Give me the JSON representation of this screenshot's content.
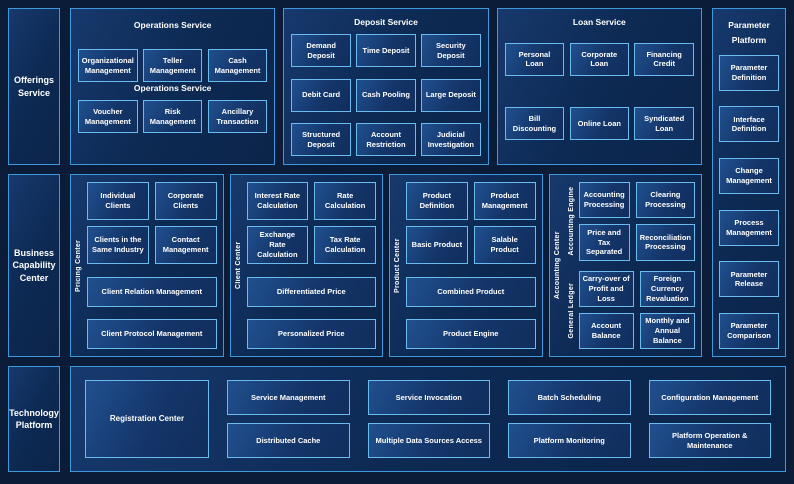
{
  "colors": {
    "background": "#0a1c38",
    "panel_border": "#3f97dc",
    "box_border": "#6bbcee",
    "panel_fill": "#0d2a54",
    "box_fill": "#143569",
    "text": "#ffffff"
  },
  "offerings": {
    "label": "Offerings Service"
  },
  "operations": {
    "title": "Operations Service",
    "subtitle": "Operations Service",
    "boxes": [
      "Organizational Management",
      "Teller Management",
      "Cash Management",
      "Voucher Management",
      "Risk Management",
      "Ancillary Transaction"
    ]
  },
  "deposit": {
    "title": "Deposit Service",
    "boxes": [
      "Demand Deposit",
      "Time Deposit",
      "Security Deposit",
      "Debit Card",
      "Cash Pooling",
      "Large Deposit",
      "Structured Deposit",
      "Account Restriction",
      "Judicial Investigation"
    ]
  },
  "loan": {
    "title": "Loan Service",
    "boxes": [
      "Personal Loan",
      "Corporate Loan",
      "Financing Credit",
      "Bill Discounting",
      "Online Loan",
      "Syndicated Loan"
    ]
  },
  "parameter": {
    "title": "Parameter Platform",
    "boxes": [
      "Parameter Definition",
      "Interface Definition",
      "Change Management",
      "Process Management",
      "Parameter Release",
      "Parameter Comparison"
    ]
  },
  "business": {
    "label": "Business Capability Center"
  },
  "pricing": {
    "side_label": "Pricing Center",
    "boxes": [
      "Individual Clients",
      "Corporate Clients",
      "Clients in the Same Industry",
      "Contact Management"
    ],
    "wide_boxes": [
      "Client Relation Management",
      "Client Protocol Management"
    ]
  },
  "client": {
    "side_label": "Client Center",
    "boxes": [
      "Interest Rate Calculation",
      "Rate Calculation",
      "Exchange Rate Calculation",
      "Tax Rate Calculation"
    ],
    "wide_boxes": [
      "Differentiated Price",
      "Personalized Price"
    ]
  },
  "product": {
    "side_label": "Product Center",
    "boxes": [
      "Product Definition",
      "Product Management",
      "Basic Product",
      "Salable Product"
    ],
    "wide_boxes": [
      "Combined Product",
      "Product Engine"
    ]
  },
  "accounting": {
    "side_label": "Accounting Center",
    "engine_label": "Accounting Engine",
    "engine_boxes": [
      "Accounting Processing",
      "Clearing Processing",
      "Price and Tax Separated",
      "Reconciliation Processing"
    ],
    "ledger_label": "General Ledger",
    "ledger_boxes": [
      "Carry-over of Profit and Loss",
      "Foreign Currency Revaluation",
      "Account Balance",
      "Monthly and Annual Balance"
    ]
  },
  "technology": {
    "label": "Technology Platform",
    "registration_center": "Registration Center",
    "columns": [
      [
        "Service Management",
        "Distributed Cache"
      ],
      [
        "Service Invocation",
        "Multiple Data Sources Access"
      ],
      [
        "Batch Scheduling",
        "Platform Monitoring"
      ],
      [
        "Configuration Management",
        "Platform Operation & Maintenance"
      ]
    ]
  }
}
